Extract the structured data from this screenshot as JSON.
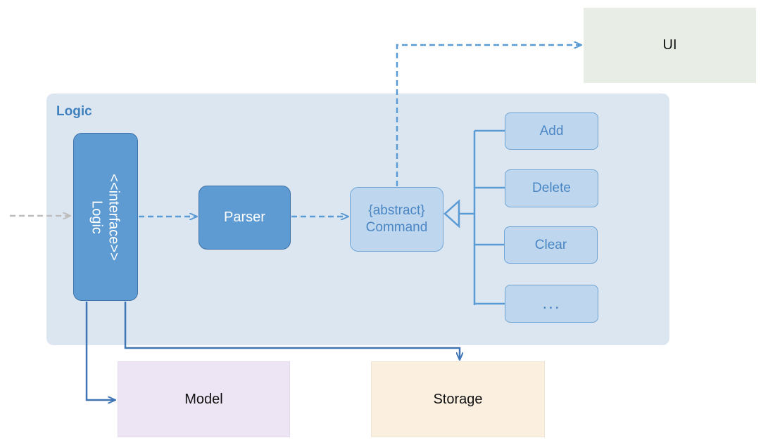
{
  "diagram": {
    "container_title": "Logic",
    "external": {
      "ui": "UI",
      "model": "Model",
      "storage": "Storage"
    },
    "logic_interface": {
      "line1": "<<interface>>",
      "line2": "Logic"
    },
    "parser": "Parser",
    "command": {
      "line1": "{abstract}",
      "line2": "Command"
    },
    "subcommands": [
      "Add",
      "Delete",
      "Clear",
      "..."
    ]
  },
  "colors": {
    "container": "#dce6f0",
    "primary_box": "#5d9bd2",
    "light_box": "#bfd7ee",
    "accent_text": "#3f80bf",
    "ui_box": "#e8eee6",
    "model_box": "#ede5f4",
    "storage_box": "#fbefdf",
    "dashed_arrow": "#5b9bd5",
    "solid_arrow": "#3f74b5",
    "incoming_arrow": "#bdbdbd"
  }
}
